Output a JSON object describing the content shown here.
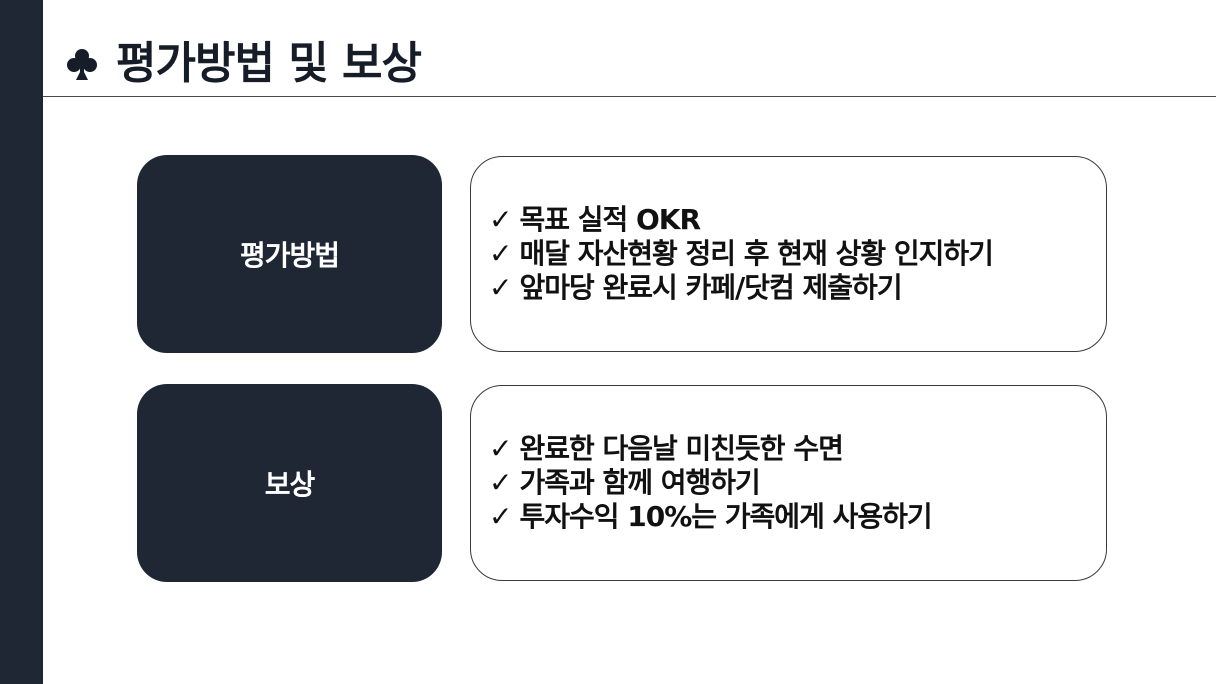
{
  "header": {
    "title": "평가방법 및 보상",
    "icon": "club-suit-icon"
  },
  "sections": [
    {
      "label": "평가방법",
      "items": [
        "목표 실적 OKR",
        "매달 자산현황 정리 후 현재 상황 인지하기",
        "앞마당 완료시 카페/닷컴 제출하기"
      ]
    },
    {
      "label": "보상",
      "items": [
        "완료한 다음날 미친듯한 수면",
        "가족과 함께 여행하기",
        "투자수익 10%는 가족에게 사용하기"
      ]
    }
  ],
  "bullet_symbol": "✓",
  "colors": {
    "dark_navy": "#1f2735",
    "text": "#111111",
    "background": "#ffffff"
  }
}
